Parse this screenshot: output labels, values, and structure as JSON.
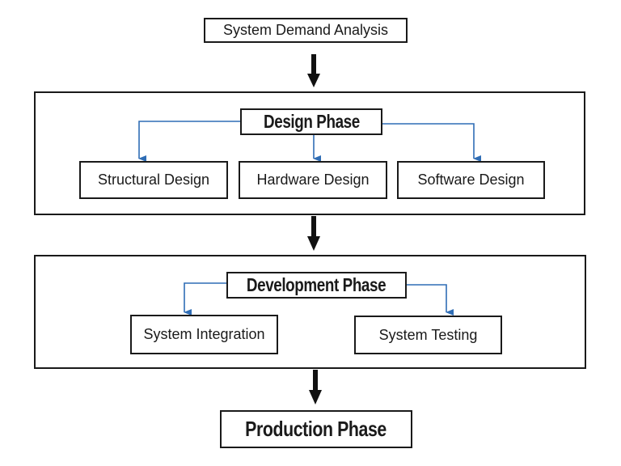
{
  "top_box": "System Demand Analysis",
  "design": {
    "title": "Design Phase",
    "items": [
      "Structural Design",
      "Hardware Design",
      "Software Design"
    ]
  },
  "development": {
    "title": "Development Phase",
    "items": [
      "System Integration",
      "System Testing"
    ]
  },
  "production": "Production Phase",
  "colors": {
    "connector": "#2f6db5",
    "line": "#1a1a1a"
  }
}
